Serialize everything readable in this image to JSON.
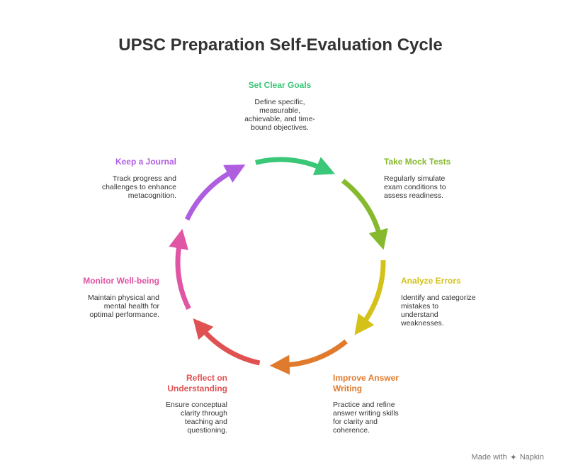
{
  "title": "UPSC Preparation Self-Evaluation Cycle",
  "steps": [
    {
      "title": "Set Clear Goals",
      "description": "Define specific, measurable, achievable, and time-bound objectives.",
      "color": "#3ac777"
    },
    {
      "title": "Take Mock Tests",
      "description": "Regularly simulate exam conditions to assess readiness.",
      "color": "#86b92e"
    },
    {
      "title": "Analyze Errors",
      "description": "Identify and categorize mistakes to understand weaknesses.",
      "color": "#d4c21a"
    },
    {
      "title": "Improve Answer Writing",
      "description": "Practice and refine answer writing skills for clarity and coherence.",
      "color": "#e07b2e"
    },
    {
      "title": "Reflect on Understanding",
      "description": "Ensure conceptual clarity through teaching and questioning.",
      "color": "#e05252"
    },
    {
      "title": "Monitor Well-being",
      "description": "Maintain physical and mental health for optimal performance.",
      "color": "#e055a4"
    },
    {
      "title": "Keep a Journal",
      "description": "Track progress and challenges to enhance metacognition.",
      "color": "#b05ee0"
    }
  ],
  "footer": {
    "made_with": "Made with",
    "brand": "Napkin"
  }
}
